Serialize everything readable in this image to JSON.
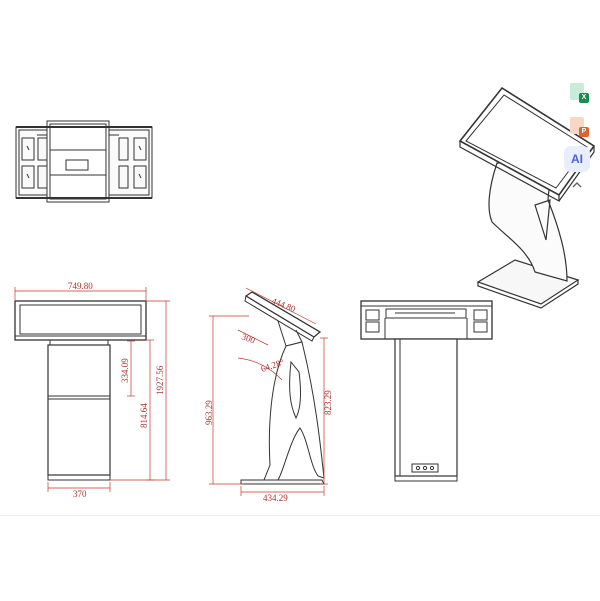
{
  "drawing": {
    "dimensions": {
      "front_width": "749.80",
      "front_upper_height": "334.09",
      "front_total_height": "1927.56",
      "front_mid_height": "814.64",
      "front_base_width": "370",
      "side_screen_width": "444.80",
      "side_offset": "300",
      "side_angle": "64.28°",
      "side_total_height": "963.29",
      "side_body_height": "823.29",
      "side_base_depth": "434.29"
    }
  },
  "toolbar": {
    "excel_badge": "X",
    "ppt_badge": "P",
    "ai_label": "AI",
    "collapse_symbol": "^"
  },
  "colors": {
    "line": "#333333",
    "dimension": "#c0392b",
    "excel": "#1f8a4c",
    "ppt": "#e0622e",
    "ai": "#4a63d8"
  }
}
